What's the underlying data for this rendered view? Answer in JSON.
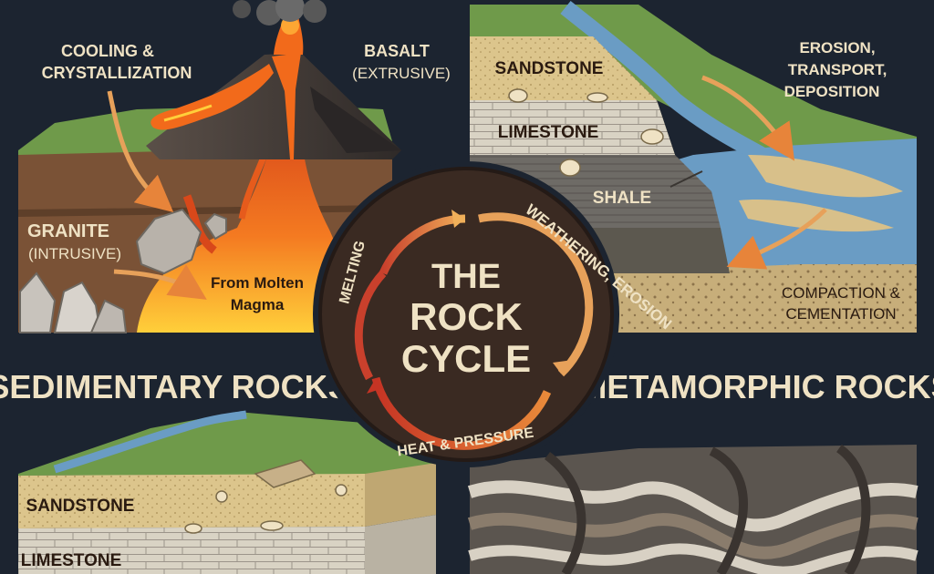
{
  "center": {
    "title_line1": "THE",
    "title_line2": "ROCK",
    "title_line3": "CYCLE",
    "arc_top_right": "WEATHERING, EROSION",
    "arc_bottom": "HEAT & PRESSURE",
    "arc_left": "MELTING"
  },
  "igneous_panel": {
    "cooling_line1": "COOLING &",
    "cooling_line2": "CRYSTALLIZATION",
    "basalt_line1": "BASALT",
    "basalt_line2": "(EXTRUSIVE)",
    "granite_line1": "GRANITE",
    "granite_line2": "(INTRUSIVE)",
    "magma_line1": "From Molten",
    "magma_line2": "Magma"
  },
  "sediment_panel": {
    "sandstone": "SANDSTONE",
    "limestone": "LIMESTONE",
    "shale": "SHALE",
    "erosion_line1": "EROSION,",
    "erosion_line2": "TRANSPORT,",
    "erosion_line3": "DEPOSITION",
    "compaction_line1": "COMPACTION &",
    "compaction_line2": "CEMENTATION"
  },
  "headings": {
    "sedimentary": "SEDIMENTARY ROCKS",
    "metamorphic": "METAMORPHIC ROCKS"
  },
  "bottom_left_panel": {
    "sandstone": "SANDSTONE",
    "limestone": "LIMESTONE"
  },
  "colors": {
    "background": "#1c2430",
    "circle_fill": "#3a2a22",
    "arrow_orange": "#e7843a",
    "arrow_red": "#c9402c",
    "label_cream": "#efe2c4",
    "lava": "#f26a1b",
    "water": "#6a9cc4",
    "grass": "#6f9a4a"
  }
}
